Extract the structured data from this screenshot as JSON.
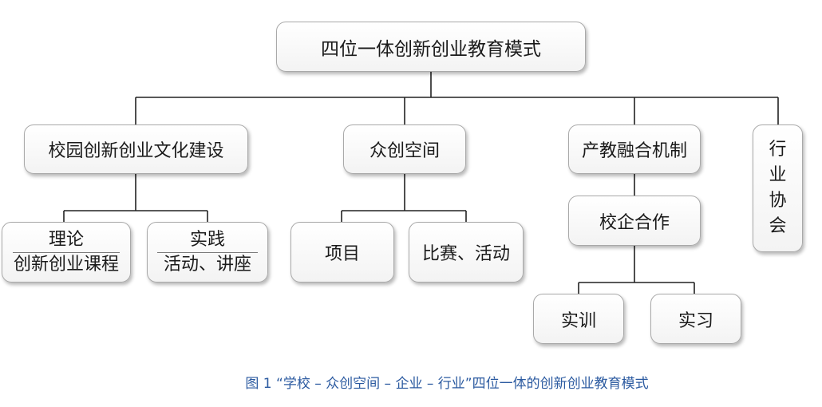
{
  "root": "四位一体创新创业教育模式",
  "branches": {
    "culture": "校园创新创业文化建设",
    "theory": [
      "理论",
      "创新创业课程"
    ],
    "practice": [
      "实践",
      "活动、讲座"
    ],
    "makerspace": "众创空间",
    "project": "项目",
    "competition": "比赛、活动",
    "integration": "产教融合机制",
    "school_enterprise": "校企合作",
    "training": "实训",
    "internship": "实习",
    "association": [
      "行",
      "业",
      "协",
      "会"
    ]
  },
  "caption": "图 1 “学校 – 众创空间 – 企业 – 行业”四位一体的创新创业教育模式"
}
